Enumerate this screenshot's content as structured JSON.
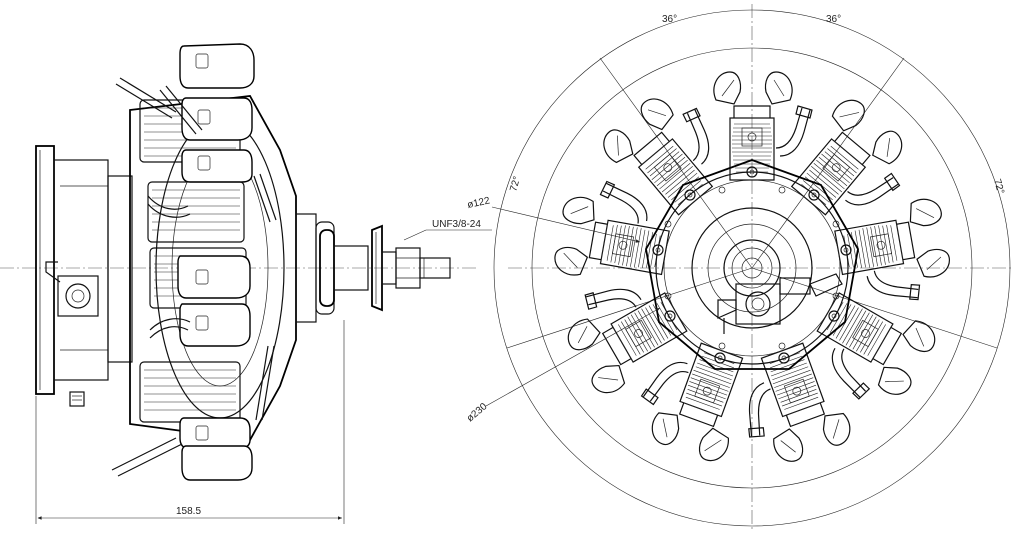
{
  "drawing": {
    "dimensions": {
      "angle_top_left": "36°",
      "angle_top_right": "36°",
      "angle_left": "72°",
      "angle_right": "72°",
      "inner_diameter": "ø122",
      "outer_diameter": "ø230",
      "thread": "UNF3/8-24",
      "length": "158.5"
    },
    "colors": {
      "line": "#111111",
      "background": "#ffffff"
    }
  }
}
